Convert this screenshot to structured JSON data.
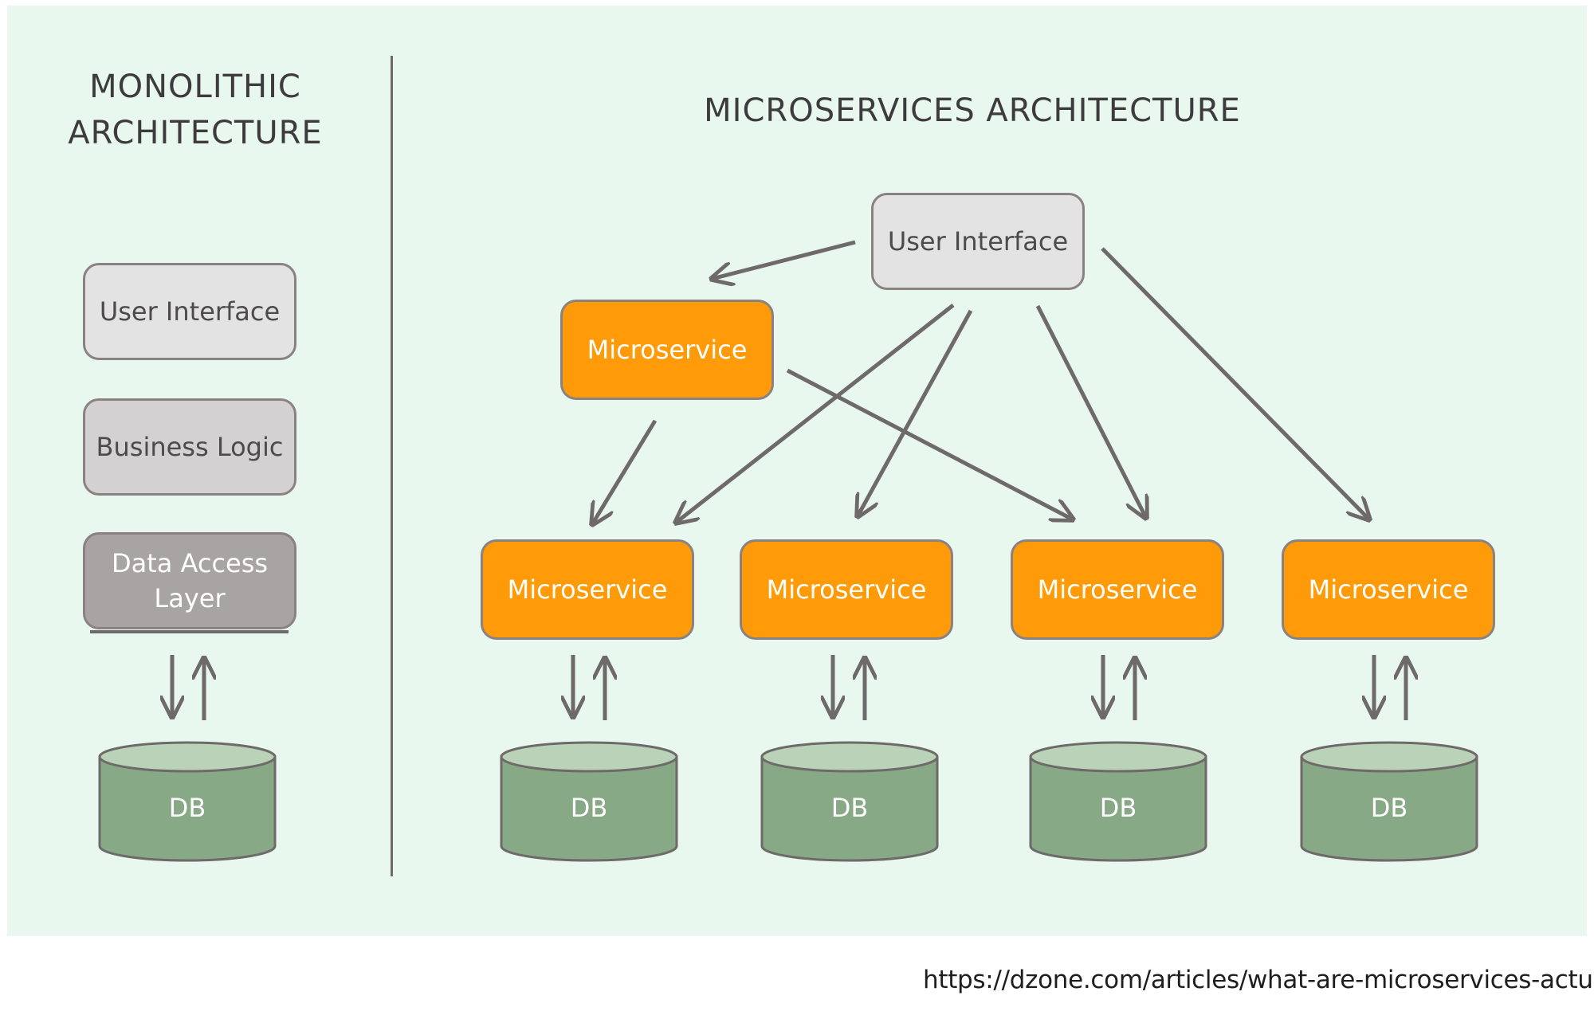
{
  "monolithic": {
    "heading_line1": "MONOLITHIC",
    "heading_line2": "ARCHITECTURE",
    "user_interface": "User Interface",
    "business_logic": "Business Logic",
    "data_access_line1": "Data Access",
    "data_access_line2": "Layer",
    "db": "DB"
  },
  "microservices": {
    "heading": "MICROSERVICES ARCHITECTURE",
    "user_interface": "User Interface",
    "top_service": "Microservice",
    "services": [
      {
        "label": "Microservice",
        "db": "DB"
      },
      {
        "label": "Microservice",
        "db": "DB"
      },
      {
        "label": "Microservice",
        "db": "DB"
      },
      {
        "label": "Microservice",
        "db": "DB"
      }
    ]
  },
  "source_url": "https://dzone.com/articles/what-are-microservices-actually",
  "colors": {
    "background": "#e8f8ee",
    "microservice": "#ff9a08",
    "database": "#87a985",
    "database_top": "#b9d2b8",
    "arrow": "#6f6a6a"
  }
}
